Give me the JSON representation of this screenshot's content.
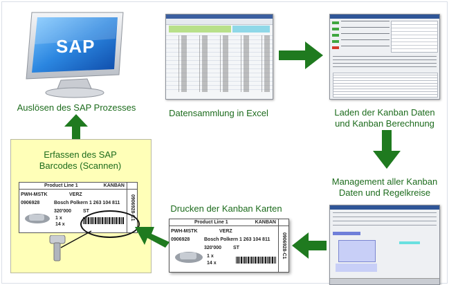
{
  "labels": {
    "sap_trigger": "Auslösen des SAP Prozesses",
    "data_collection": "Datensammlung in Excel",
    "loading_calc_line1": "Laden der Kanban Daten",
    "loading_calc_line2": "und Kanban Berechnung",
    "scan_line1": "Erfassen des SAP",
    "scan_line2": "Barcodes (Scannen)",
    "management_line1": "Management aller Kanban",
    "management_line2": "Daten und Regelkreise",
    "print_cards": "Drucken der Kanban Karten"
  },
  "monitor": {
    "logo_text": "SAP"
  },
  "kanban_card": {
    "product_line": "Product Line 1",
    "kanban": "KANBAN",
    "supplier_code": "PWH-MSTK",
    "destination": "VERZ",
    "material_no": "0906928",
    "description": "Bosch Polkern 1 263 104 811",
    "quantity": "320'000",
    "unit": "ST",
    "pack_a": "1 x",
    "pack_b": "14 x",
    "side_code": "0906928-C1"
  },
  "colors": {
    "label_green": "#1c6b1c",
    "arrow_green": "#1f7a1f",
    "highlight_yellow": "#ffffb8"
  }
}
